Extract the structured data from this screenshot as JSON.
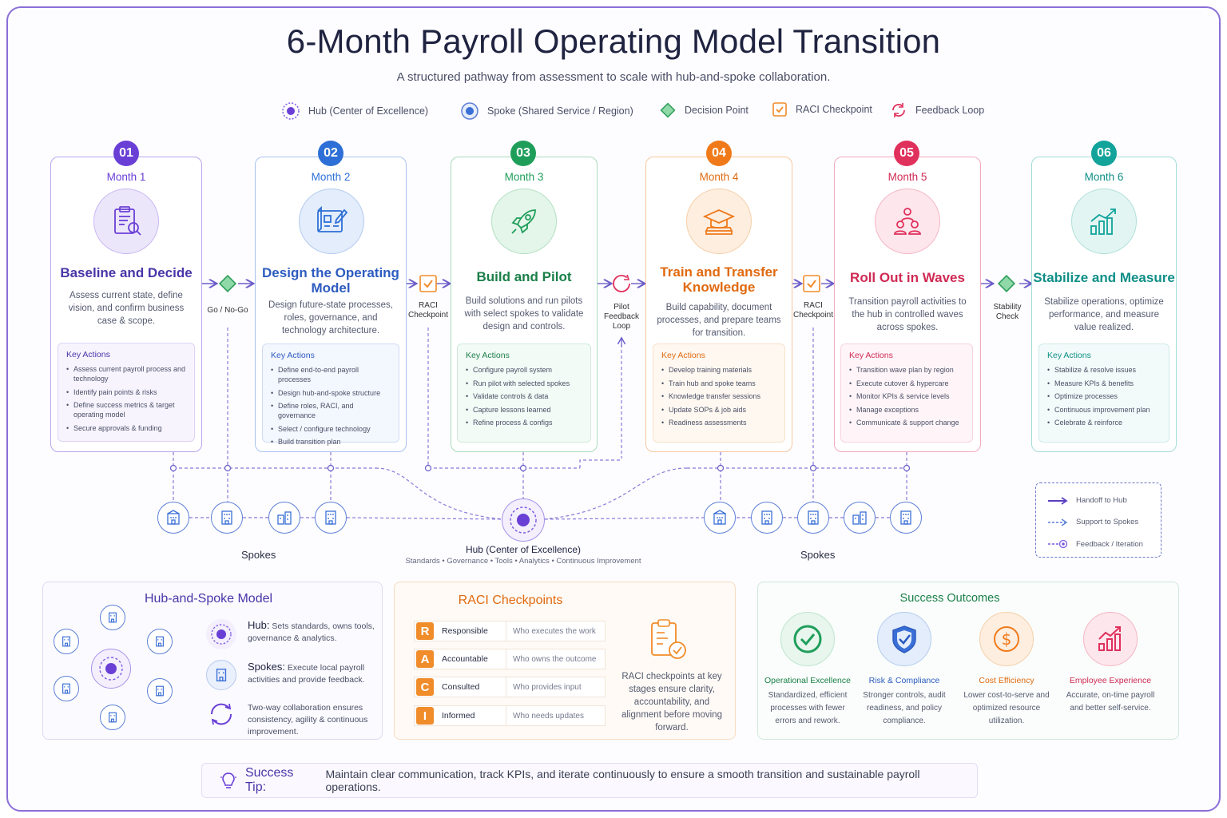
{
  "title": "6-Month Payroll Operating Model Transition",
  "subtitle": "A structured pathway from assessment to scale with hub-and-spoke collaboration.",
  "legend": [
    {
      "label": "Hub (Center of Excellence)",
      "icon": "hub-icon"
    },
    {
      "label": "Spoke (Shared Service / Region)",
      "icon": "spoke-icon"
    },
    {
      "label": "Decision Point",
      "icon": "diamond-icon"
    },
    {
      "label": "RACI Checkpoint",
      "icon": "checkbox-icon"
    },
    {
      "label": "Feedback Loop",
      "icon": "loop-icon"
    }
  ],
  "steps": [
    {
      "num": "01",
      "month": "Month 1",
      "title": "Baseline and Decide",
      "desc": "Assess current state, define vision, and confirm business case & scope.",
      "color": "#6a3fd6",
      "actions_label": "Key Actions",
      "actions": [
        "Assess current payroll process and technology",
        "Identify pain points & risks",
        "Define success metrics & target operating model",
        "Secure approvals & funding"
      ]
    },
    {
      "num": "02",
      "month": "Month 2",
      "title": "Design the Operating Model",
      "desc": "Design future-state processes, roles, governance, and technology architecture.",
      "color": "#2d6fd6",
      "actions_label": "Key Actions",
      "actions": [
        "Define end-to-end payroll processes",
        "Design hub-and-spoke structure",
        "Define roles, RACI, and governance",
        "Select / configure technology",
        "Build transition plan"
      ]
    },
    {
      "num": "03",
      "month": "Month 3",
      "title": "Build and Pilot",
      "desc": "Build solutions and run pilots with select spokes to validate design and controls.",
      "color": "#1f9e5a",
      "actions_label": "Key Actions",
      "actions": [
        "Configure payroll system",
        "Run pilot with selected spokes",
        "Validate controls & data",
        "Capture lessons learned",
        "Refine process & configs"
      ]
    },
    {
      "num": "04",
      "month": "Month 4",
      "title": "Train and Transfer Knowledge",
      "desc": "Build capability, document processes, and prepare teams for transition.",
      "color": "#f07a1a",
      "actions_label": "Key Actions",
      "actions": [
        "Develop training materials",
        "Train hub and spoke teams",
        "Knowledge transfer sessions",
        "Update SOPs & job aids",
        "Readiness assessments"
      ]
    },
    {
      "num": "05",
      "month": "Month 5",
      "title": "Roll Out in Waves",
      "desc": "Transition payroll activities to the hub in controlled waves across spokes.",
      "color": "#e0305c",
      "actions_label": "Key Actions",
      "actions": [
        "Transition wave plan by region",
        "Execute cutover & hypercare",
        "Monitor KPIs & service levels",
        "Manage exceptions",
        "Communicate & support change"
      ]
    },
    {
      "num": "06",
      "month": "Month 6",
      "title": "Stabilize and Measure",
      "desc": "Stabilize operations, optimize performance, and measure value realized.",
      "color": "#12a39a",
      "actions_label": "Key Actions",
      "actions": [
        "Stabilize & resolve issues",
        "Measure KPIs & benefits",
        "Optimize processes",
        "Continuous improvement plan",
        "Celebrate & reinforce"
      ]
    }
  ],
  "connectors": [
    "Go / No-Go",
    "RACI Checkpoint",
    "Pilot Feedback Loop",
    "RACI Checkpoint",
    "Stability Check"
  ],
  "spokes_label": "Spokes",
  "hub": {
    "label": "Hub (Center of Excellence)",
    "sub": "Standards • Governance • Tools • Analytics • Continuous Improvement"
  },
  "flow_key": [
    "Handoff to Hub",
    "Support to Spokes",
    "Feedback / Iteration"
  ],
  "hub_spoke_panel": {
    "title": "Hub-and-Spoke Model",
    "hub_title": "Hub:",
    "hub_text": "Sets standards, owns tools, governance & analytics.",
    "spokes_title": "Spokes:",
    "spokes_text": "Execute local payroll activities and provide feedback.",
    "collab_text": "Two-way collaboration ensures consistency, agility & continuous improvement."
  },
  "raci_panel": {
    "title": "RACI Checkpoints",
    "rows": [
      {
        "letter": "R",
        "role": "Responsible",
        "desc": "Who executes the work"
      },
      {
        "letter": "A",
        "role": "Accountable",
        "desc": "Who owns the outcome"
      },
      {
        "letter": "C",
        "role": "Consulted",
        "desc": "Who provides input"
      },
      {
        "letter": "I",
        "role": "Informed",
        "desc": "Who needs updates"
      }
    ],
    "note": "RACI checkpoints at key stages ensure clarity, accountability, and alignment before moving forward."
  },
  "outcomes_panel": {
    "title": "Success Outcomes",
    "items": [
      {
        "title": "Operational Excellence",
        "desc": "Standardized, efficient processes with fewer errors and rework.",
        "color": "#1f9e5a"
      },
      {
        "title": "Risk & Compliance",
        "desc": "Stronger controls, audit readiness, and policy compliance.",
        "color": "#2d6fd6"
      },
      {
        "title": "Cost Efficiency",
        "desc": "Lower cost-to-serve and optimized resource utilization.",
        "color": "#f07a1a"
      },
      {
        "title": "Employee Experience",
        "desc": "Accurate, on-time payroll and better self-service.",
        "color": "#e0305c"
      }
    ]
  },
  "tip": {
    "title": "Success Tip:",
    "text": "Maintain clear communication, track KPIs, and iterate continuously to ensure a smooth transition and sustainable payroll operations."
  }
}
